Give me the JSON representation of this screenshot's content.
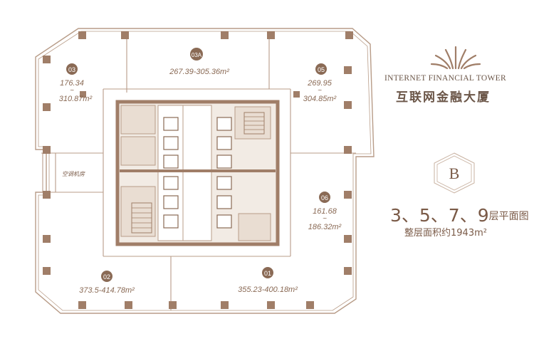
{
  "tower": {
    "name_en": "INTERNET FINANCIAL TOWER",
    "name_cn": "互联网金融大厦",
    "block_letter": "B"
  },
  "floor_info": {
    "floors": "3、5、7、9",
    "floors_suffix": "层平面图",
    "total_area": "整层面积约1943m²"
  },
  "units": {
    "u03": {
      "number": "03",
      "area_min": "176.34",
      "sep": "~",
      "area_max": "310.87m²"
    },
    "u03a": {
      "number": "03A",
      "area": "267.39-305.36m²"
    },
    "u05": {
      "number": "05",
      "area_min": "269.95",
      "sep": "~",
      "area_max": "304.85m²"
    },
    "u06": {
      "number": "06",
      "area_min": "161.68",
      "sep": "~",
      "area_max": "186.32m²"
    },
    "u02": {
      "number": "02",
      "area": "373.5-414.78m²"
    },
    "u01": {
      "number": "01",
      "area": "355.23-400.18m²"
    }
  },
  "rooms": {
    "ac_room": "空调机房"
  },
  "colors": {
    "accent": "#a07e68",
    "line": "#b89c88",
    "core_fill": "#e9ddd2",
    "text": "#7a5a47"
  }
}
